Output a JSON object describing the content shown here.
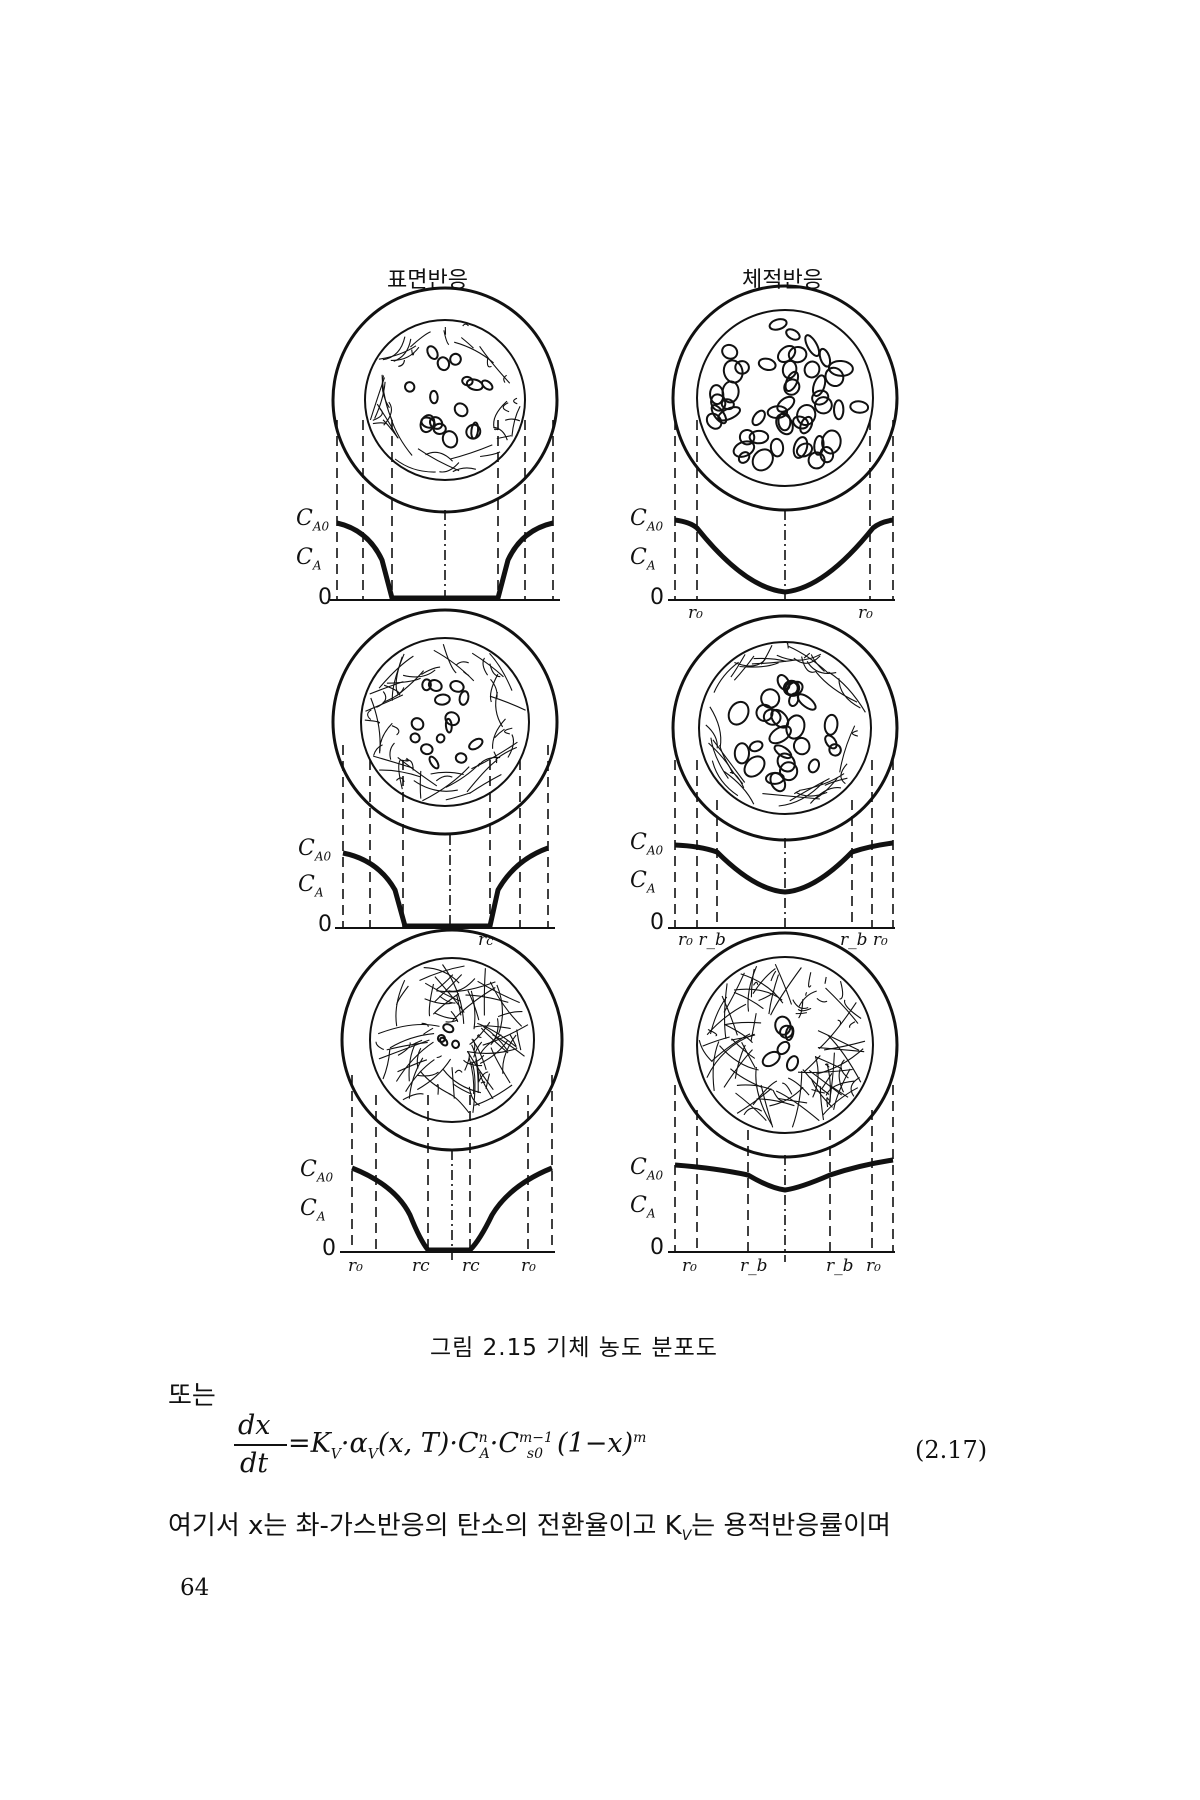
{
  "figure": {
    "columns": [
      "표면반응",
      "체적반응"
    ],
    "axis": {
      "c_a0": "C",
      "c_a0_sub": "A0",
      "c_a": "C",
      "c_a_sub": "A",
      "zero": "0"
    },
    "left_radius_labels": {
      "row2": [
        "r",
        "c"
      ],
      "row3": [
        "r₀",
        "rc",
        "rc",
        "r₀"
      ]
    },
    "right_radius_labels": {
      "row1": [
        "r₀",
        "r₀"
      ],
      "row2": [
        "r₀ r_b",
        "r_b r₀"
      ],
      "row3": [
        "r₀",
        "r_b",
        "r_b",
        "r₀"
      ]
    },
    "caption": "그림 2.15  기체 농도 분포도"
  },
  "text": {
    "or_word": "또는",
    "eq_num": "dx",
    "eq_den": "dt",
    "eq_rhs": "=K",
    "eq_rhs_sub": "V",
    "eq_rhs2": "·α",
    "eq_rhs2_sub": "V",
    "eq_rhs3": "(x, T)·C",
    "eq_rhs3_sup": "n",
    "eq_rhs3_sub": "A",
    "eq_rhs4": "·C",
    "eq_rhs4_sup": "m−1",
    "eq_rhs4_sub": "s0",
    "eq_rhs5": "(1−x)",
    "eq_rhs5_sup": "m",
    "eq_number": "(2.17)",
    "paragraph": "여기서 x는 촤-가스반응의 탄소의 전환율이고 K",
    "paragraph_sub": "V",
    "paragraph_end": "는 용적반응률이며",
    "page_number": "64"
  }
}
